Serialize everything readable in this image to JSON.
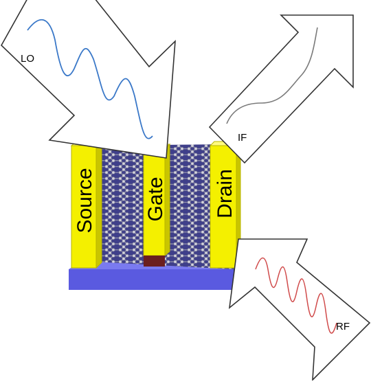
{
  "signals": {
    "lo": "LO",
    "if": "IF",
    "rf": "RF"
  },
  "electrodes": {
    "source": "Source",
    "gate": "Gate",
    "drain": "Drain"
  },
  "colors": {
    "electrode": "#f4f000",
    "electrode_edge": "#b8b400",
    "substrate": "#5a5ae0",
    "substrate_dark": "#3535b8",
    "graphene_bg": "#3f3f8a",
    "atom": "#c9c9d6",
    "gate_oxide": "#6b1f1f",
    "lo_wave": "#3a78c8",
    "if_wave": "#7a7a7a",
    "rf_wave": "#d04a4a",
    "arrow_stroke": "#333333"
  }
}
